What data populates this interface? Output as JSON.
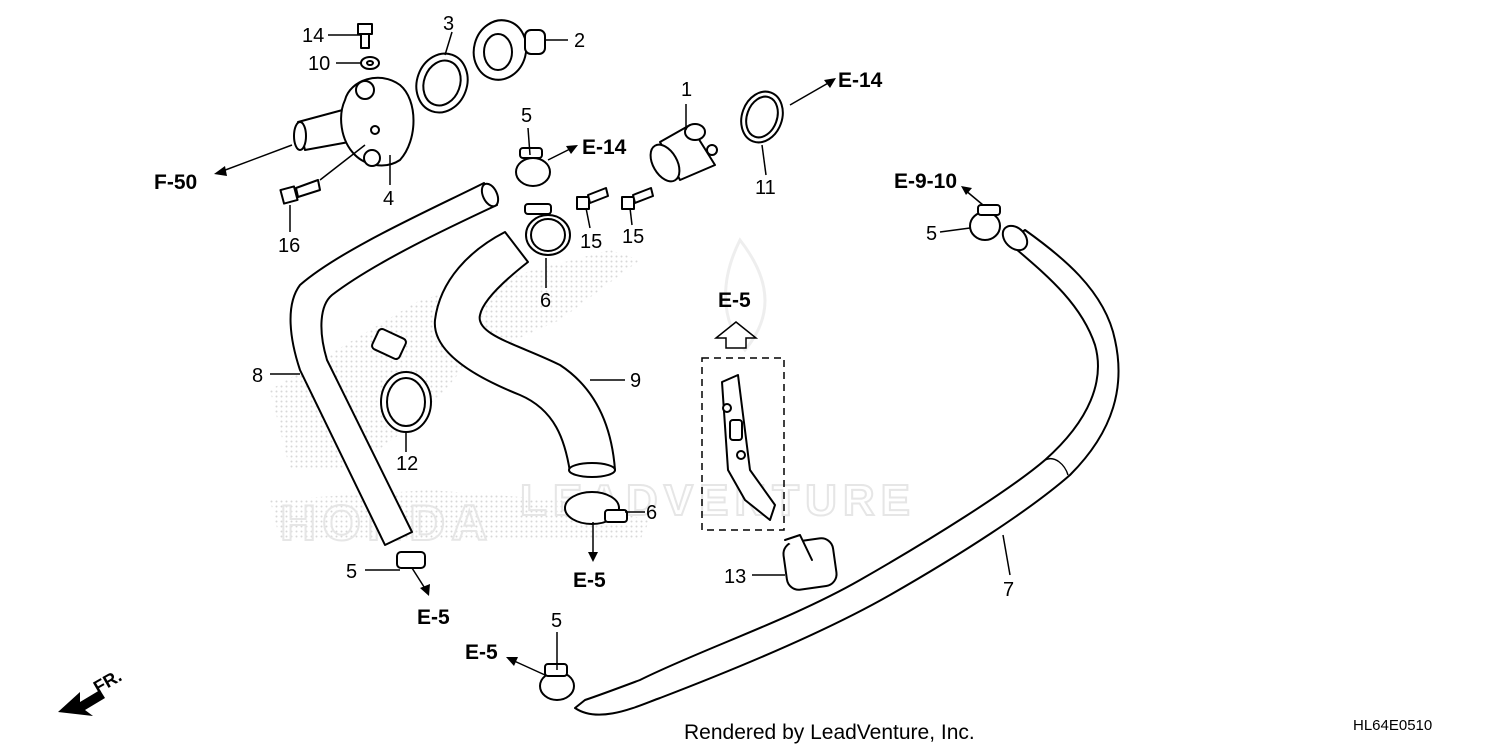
{
  "callouts": {
    "c1": "1",
    "c2": "2",
    "c3": "3",
    "c4": "4",
    "c5a": "5",
    "c5b": "5",
    "c5c": "5",
    "c5d": "5",
    "c6a": "6",
    "c6b": "6",
    "c7": "7",
    "c8": "8",
    "c9": "9",
    "c10": "10",
    "c11": "11",
    "c12": "12",
    "c13": "13",
    "c14": "14",
    "c15a": "15",
    "c15b": "15",
    "c16": "16"
  },
  "references": {
    "r_e14a": "E-14",
    "r_e14b": "E-14",
    "r_f50": "F-50",
    "r_e910": "E-9-10",
    "r_e5a": "E-5",
    "r_e5b": "E-5",
    "r_e5c": "E-5",
    "r_e5d": "E-5"
  },
  "watermark": {
    "brand": "HONDA",
    "vendor": "LEADVENTURE"
  },
  "footer": {
    "rendered_by": "Rendered by LeadVenture, Inc.",
    "diagram_code": "HL64E0510"
  },
  "direction": {
    "front_label": "FR."
  },
  "colors": {
    "line": "#000000",
    "background": "#ffffff",
    "watermark": "#d9d9d9"
  },
  "icons": {
    "front": "fr-arrow-icon",
    "up": "up-arrow-icon"
  }
}
